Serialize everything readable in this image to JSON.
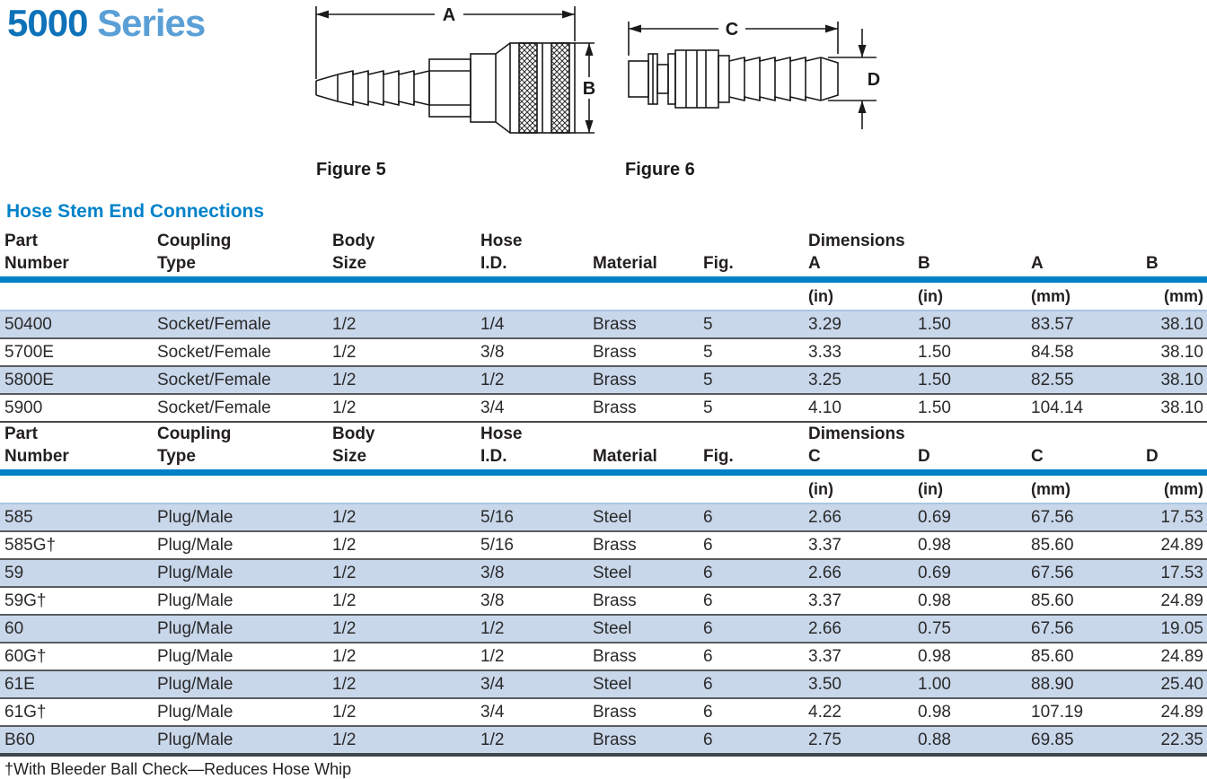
{
  "title": {
    "number": "5000",
    "word": "Series"
  },
  "section_heading": "Hose Stem End Connections",
  "figures": [
    {
      "caption": "Figure 5",
      "length_label": "A",
      "height_label": "B"
    },
    {
      "caption": "Figure 6",
      "length_label": "C",
      "height_label": "D"
    }
  ],
  "tables": [
    {
      "headers": {
        "line1": [
          "Part",
          "Coupling",
          "Body",
          "Hose"
        ],
        "line2": [
          "Number",
          "Type",
          "Size",
          "I.D.",
          "Material",
          "Fig."
        ],
        "dims_label": "Dimensions",
        "dim_cols": [
          "A",
          "B",
          "A",
          "B"
        ],
        "units": [
          "(in)",
          "(in)",
          "(mm)",
          "(mm)"
        ]
      },
      "rows": [
        [
          "50400",
          "Socket/Female",
          "1/2",
          "1/4",
          "Brass",
          "5",
          "3.29",
          "1.50",
          "83.57",
          "38.10"
        ],
        [
          "5700E",
          "Socket/Female",
          "1/2",
          "3/8",
          "Brass",
          "5",
          "3.33",
          "1.50",
          "84.58",
          "38.10"
        ],
        [
          "5800E",
          "Socket/Female",
          "1/2",
          "1/2",
          "Brass",
          "5",
          "3.25",
          "1.50",
          "82.55",
          "38.10"
        ],
        [
          "5900",
          "Socket/Female",
          "1/2",
          "3/4",
          "Brass",
          "5",
          "4.10",
          "1.50",
          "104.14",
          "38.10"
        ]
      ]
    },
    {
      "headers": {
        "line1": [
          "Part",
          "Coupling",
          "Body",
          "Hose"
        ],
        "line2": [
          "Number",
          "Type",
          "Size",
          "I.D.",
          "Material",
          "Fig."
        ],
        "dims_label": "Dimensions",
        "dim_cols": [
          "C",
          "D",
          "C",
          "D"
        ],
        "units": [
          "(in)",
          "(in)",
          "(mm)",
          "(mm)"
        ]
      },
      "rows": [
        [
          "585",
          "Plug/Male",
          "1/2",
          "5/16",
          "Steel",
          "6",
          "2.66",
          "0.69",
          "67.56",
          "17.53"
        ],
        [
          "585G†",
          "Plug/Male",
          "1/2",
          "5/16",
          "Brass",
          "6",
          "3.37",
          "0.98",
          "85.60",
          "24.89"
        ],
        [
          "59",
          "Plug/Male",
          "1/2",
          "3/8",
          "Steel",
          "6",
          "2.66",
          "0.69",
          "67.56",
          "17.53"
        ],
        [
          "59G†",
          "Plug/Male",
          "1/2",
          "3/8",
          "Brass",
          "6",
          "3.37",
          "0.98",
          "85.60",
          "24.89"
        ],
        [
          "60",
          "Plug/Male",
          "1/2",
          "1/2",
          "Steel",
          "6",
          "2.66",
          "0.75",
          "67.56",
          "19.05"
        ],
        [
          "60G†",
          "Plug/Male",
          "1/2",
          "1/2",
          "Brass",
          "6",
          "3.37",
          "0.98",
          "85.60",
          "24.89"
        ],
        [
          "61E",
          "Plug/Male",
          "1/2",
          "3/4",
          "Steel",
          "6",
          "3.50",
          "1.00",
          "88.90",
          "25.40"
        ],
        [
          "61G†",
          "Plug/Male",
          "1/2",
          "3/4",
          "Brass",
          "6",
          "4.22",
          "0.98",
          "107.19",
          "24.89"
        ],
        [
          "B60",
          "Plug/Male",
          "1/2",
          "1/2",
          "Brass",
          "6",
          "2.75",
          "0.88",
          "69.85",
          "22.35"
        ]
      ]
    }
  ],
  "footnote": "†With Bleeder Ball Check—Reduces Hose Whip",
  "colors": {
    "title_number": "#0d72b9",
    "title_word": "#5a9fd6",
    "heading_blue": "#0082c9",
    "rule_blue": "#0081c6",
    "row_shade": "#c9d7eb",
    "dark_rule": "#3f464b"
  }
}
